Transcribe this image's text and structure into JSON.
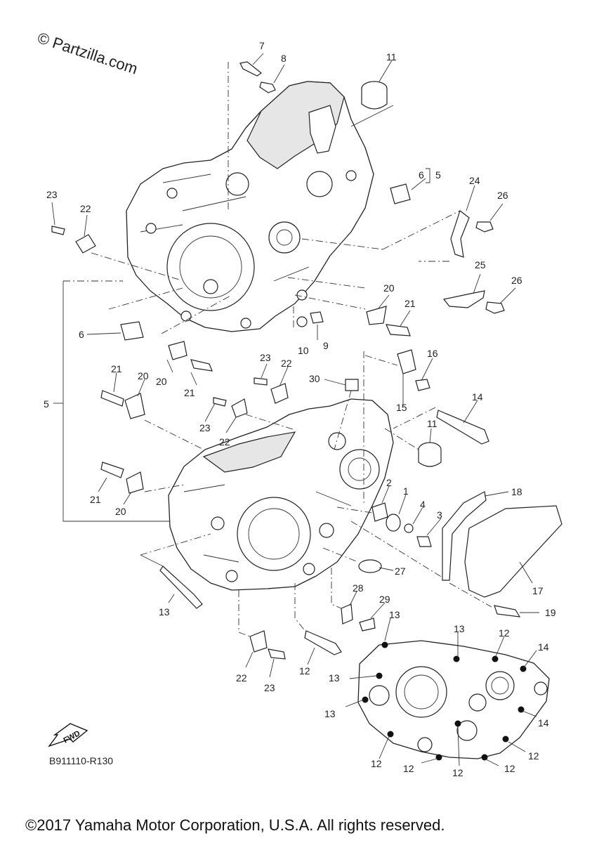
{
  "watermark": "© Partzilla.com",
  "diagram_code": "B911110-R130",
  "copyright": "©2017 Yamaha Motor Corporation, U.S.A. All rights reserved.",
  "fwd_label": "FWD",
  "callouts": {
    "c7": "7",
    "c8": "8",
    "c11a": "11",
    "c6a": "6",
    "c5a": "5",
    "c24": "24",
    "c26a": "26",
    "c23a": "23",
    "c22a": "22",
    "c25": "25",
    "c26b": "26",
    "c20a": "20",
    "c21a": "21",
    "c6b": "6",
    "c10": "10",
    "c9": "9",
    "c16": "16",
    "c20b": "20",
    "c21b": "21",
    "c23b": "23",
    "c22b": "22",
    "c30": "30",
    "c15": "15",
    "c21c": "21",
    "c20c": "20",
    "c23c": "23",
    "c22c": "22",
    "c14a": "14",
    "c11b": "11",
    "c5b": "5",
    "c21d": "21",
    "c20d": "20",
    "c2": "2",
    "c1": "1",
    "c4": "4",
    "c3": "3",
    "c18": "18",
    "c27": "27",
    "c17": "17",
    "c13a": "13",
    "c28": "28",
    "c29": "29",
    "c19": "19",
    "c13b": "13",
    "c13c": "13",
    "c12a": "12",
    "c14b": "14",
    "c13d": "13",
    "c13e": "13",
    "c14c": "14",
    "c22d": "22",
    "c23d": "23",
    "c12b": "12",
    "c12c": "12",
    "c12d": "12",
    "c12e": "12",
    "c12f": "12",
    "c12g": "12"
  }
}
